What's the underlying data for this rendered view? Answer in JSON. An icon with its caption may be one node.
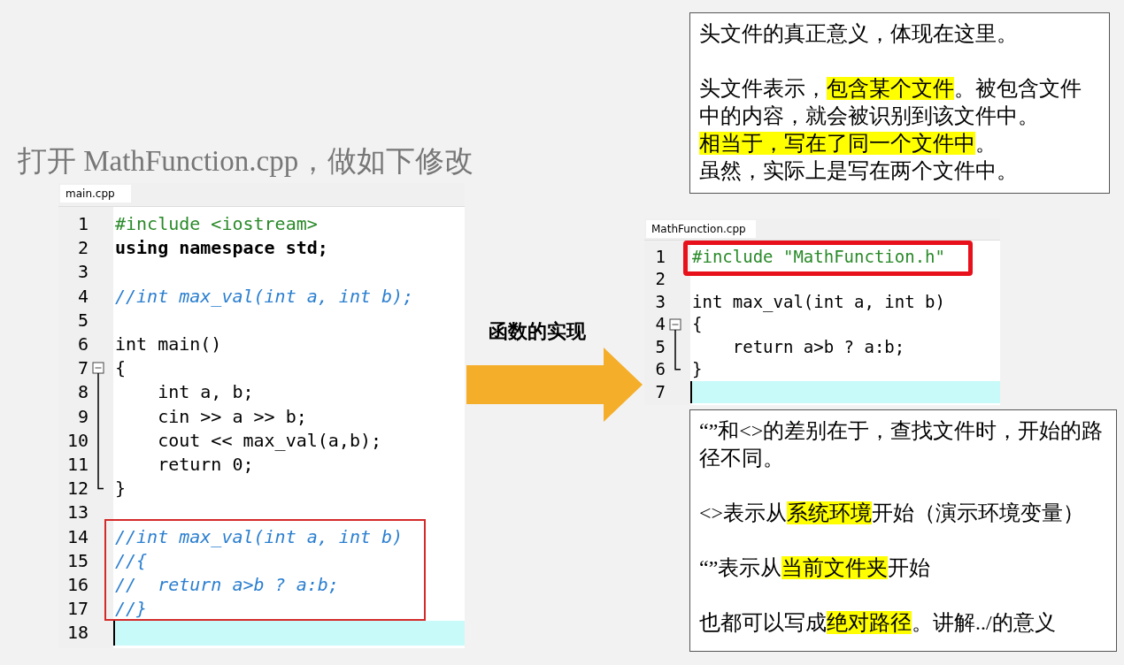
{
  "diagram": {
    "title": "打开 MathFunction.cpp，做如下修改",
    "nodes": [
      {
        "text": [
          "main.cpp",
          "1",
          "2",
          "3",
          "4",
          "5",
          "6",
          "7",
          "8",
          "9",
          "10",
          "11",
          "12",
          "13",
          "14",
          "15",
          "16",
          "17",
          "18",
          "#include <iostream>",
          "using namespace std;",
          "//int max_val(int a, int b);",
          "int main()",
          "{",
          "int a, b;",
          "cin >> a >> b;",
          "cout << max_val(a,b);",
          "return 0;",
          "}"
        ]
      },
      {
        "text": [
          "//int max_val(int a, int b)",
          "//{",
          "//  return a>b ? a:b;",
          "//}"
        ],
        "in": 0
      },
      {
        "text": [
          "MathFunction.cpp",
          "1",
          "2",
          "3",
          "4",
          "5",
          "6",
          "7",
          "int max_val(int a, int b)",
          "{",
          "return a>b ? a:b;",
          "}"
        ]
      },
      {
        "text": [
          "#include \"MathFunction.h\""
        ],
        "in": 2
      },
      {
        "text": [
          "头文件的真正意义，体现在这里。",
          "头文件表示，**包含某个文件**。被包含文件中的内容，就会被识别到该文件中。",
          "**相当于，写在了同一个文件中**。",
          "虽然，实际上是写在两个文件中。"
        ]
      },
      {
        "text": [
          "“”和<>的差别在于，查找文件时，开始的路径不同。",
          "<>表示从**系统环境**开始（演示环境变量）",
          "“”表示从**当前文件夹**开始",
          "也都可以写成**绝对路径**。讲解../的意义"
        ]
      }
    ],
    "edges": [
      {
        "from": 0,
        "to": 2,
        "label": "函数的实现",
        "arrow": "to"
      }
    ]
  }
}
